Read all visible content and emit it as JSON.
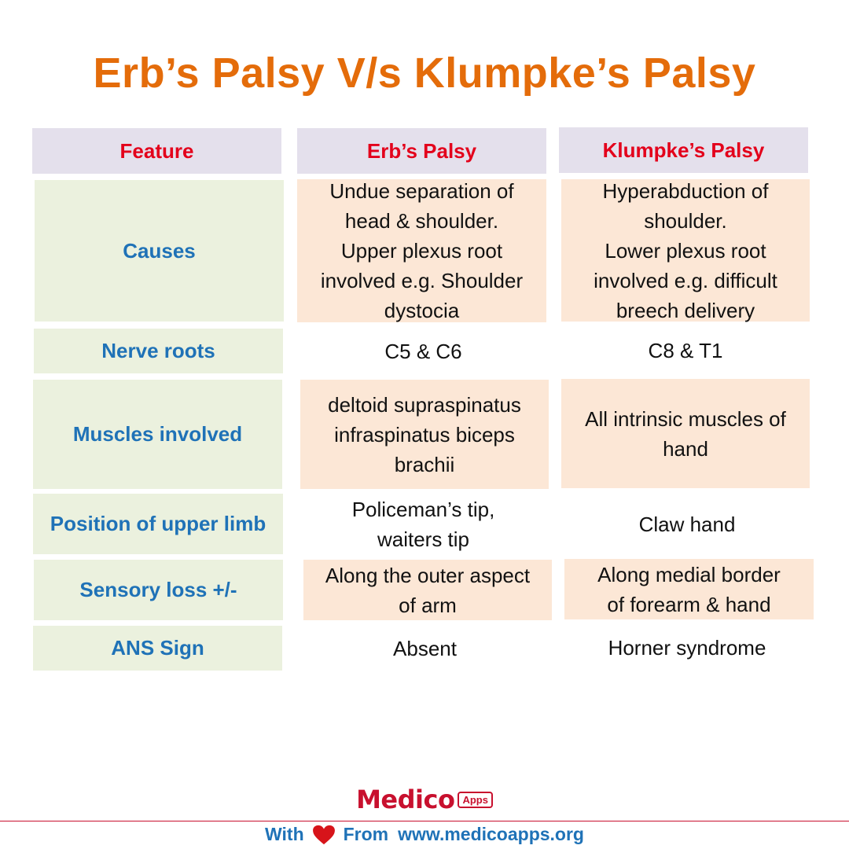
{
  "title": "Erb’s Palsy V/s Klumpke’s Palsy",
  "headers": {
    "feature": "Feature",
    "erb": "Erb’s Palsy",
    "klumpke": "Klumpke’s Palsy"
  },
  "rows": [
    {
      "feature": "Causes",
      "erb": [
        "Undue separation of",
        "head & shoulder.",
        "Upper plexus root",
        "involved e.g. Shoulder",
        "dystocia"
      ],
      "klumpke": [
        "Hyperabduction of",
        "shoulder.",
        "Lower plexus root",
        "involved e.g. difficult",
        "breech delivery"
      ]
    },
    {
      "feature": "Nerve roots",
      "erb": [
        "C5 & C6"
      ],
      "klumpke": [
        "C8 & T1"
      ]
    },
    {
      "feature": "Muscles involved",
      "erb": [
        "deltoid supraspinatus",
        "infraspinatus biceps",
        "brachii"
      ],
      "klumpke": [
        "All intrinsic muscles of",
        "hand"
      ]
    },
    {
      "feature": "Position of upper limb",
      "erb": [
        "Policeman’s tip,",
        "waiters tip"
      ],
      "klumpke": [
        "Claw hand"
      ]
    },
    {
      "feature": "Sensory loss +/-",
      "erb": [
        "Along the outer aspect",
        "of arm"
      ],
      "klumpke": [
        "Along medial border",
        "of forearm & hand"
      ]
    },
    {
      "feature": "ANS Sign",
      "erb": [
        "Absent"
      ],
      "klumpke": [
        "Horner syndrome"
      ]
    }
  ],
  "logo": {
    "text": "Medico",
    "badge": "Apps"
  },
  "footer": {
    "with": "With",
    "from": "From",
    "url": "www.medicoapps.org"
  },
  "colors": {
    "title": "#e46c0a",
    "header_bg": "#e4e0ec",
    "header_text": "#e3001b",
    "feature_bg": "#ebf1de",
    "feature_text": "#1f72b7",
    "highlight_bg": "#fce7d6",
    "brand_red": "#c8102e"
  },
  "icons": {
    "heart": "heart-icon"
  }
}
